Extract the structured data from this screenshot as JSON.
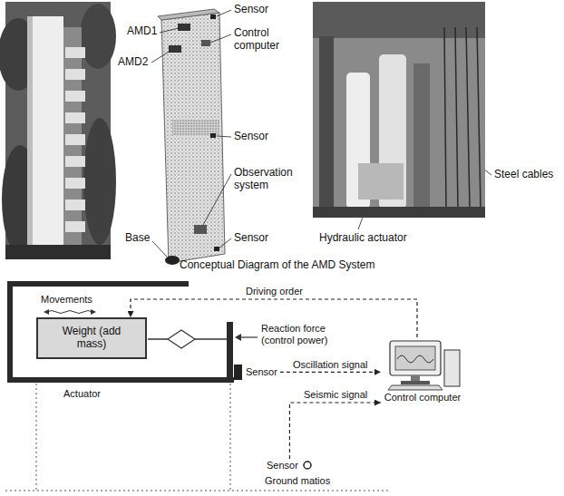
{
  "diagram": {
    "title": "Conceptual Diagram of the AMD System",
    "nodes": [
      {
        "text": [
          "Weight (add mass)"
        ]
      },
      {
        "text": [
          "Sensor"
        ]
      },
      {
        "text": [
          "Control computer"
        ]
      },
      {
        "text": [
          "Sensor"
        ]
      }
    ],
    "edges": [
      {
        "from": 2,
        "to": 0,
        "arrow": "to",
        "label": "Driving order"
      },
      {
        "from": 1,
        "to": 2,
        "arrow": "to",
        "label": "Oscillation signal"
      },
      {
        "from": 3,
        "to": 2,
        "arrow": "to",
        "label": "Seismic signal"
      }
    ],
    "labels": [
      "AMD1",
      "AMD2",
      "Sensor",
      "Control computer",
      "Sensor",
      "Observation system",
      "Sensor",
      "Base",
      "Steel cables",
      "Hydraulic actuator",
      "Movements",
      "Reaction force (control power)",
      "Actuator",
      "Ground matios"
    ]
  }
}
